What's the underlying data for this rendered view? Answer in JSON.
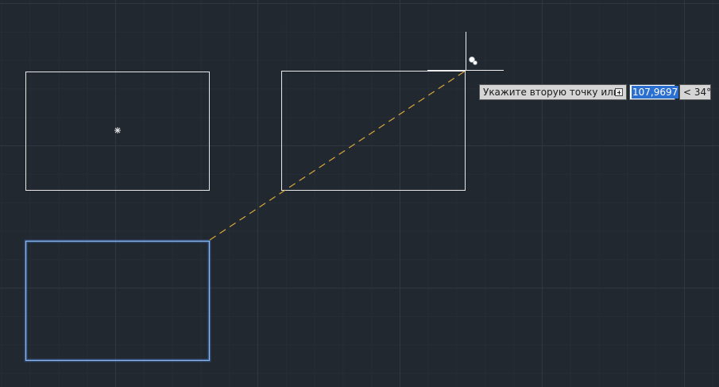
{
  "canvas": {
    "background": "#212830",
    "grid_major": "#2f3742",
    "grid_minor": "#262d36"
  },
  "colors": {
    "geometry": "#e8e8e8",
    "selection": "#5b9cf0",
    "rubber_band": "#d8a93a"
  },
  "icons": {
    "base_point": "asterisk-snap-marker",
    "cursor": "crosshair-cursor",
    "cursor_badge": "move-badge-icon"
  },
  "dynamic_input": {
    "prompt": "Укажите вторую точку или",
    "length": "107,9697",
    "angle": "< 34°"
  }
}
